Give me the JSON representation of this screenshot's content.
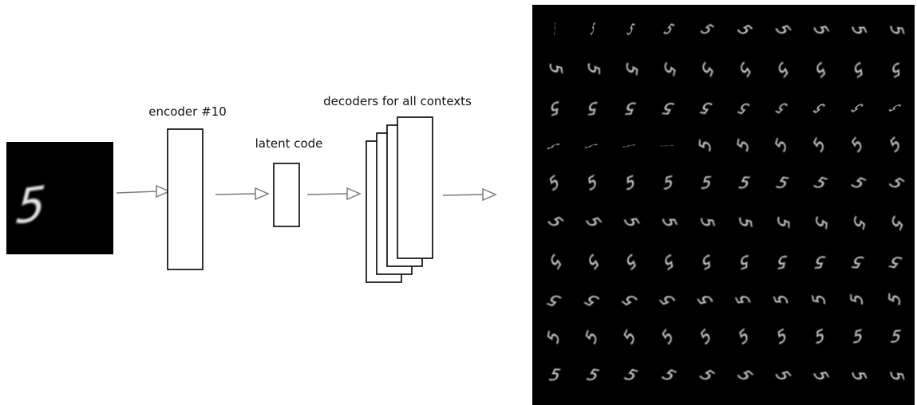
{
  "labels": {
    "encoder": "encoder #10",
    "latent": "latent code",
    "decoders": "decoders for all contexts"
  },
  "input_digit": "5",
  "grid": {
    "rows": 10,
    "cols": 10,
    "rotations": [
      [
        -88,
        -80,
        -72,
        -64,
        -56,
        -48,
        -40,
        -32,
        -24,
        -16
      ],
      [
        -8,
        0,
        8,
        16,
        24,
        32,
        40,
        48,
        56,
        64
      ],
      [
        72,
        80,
        88,
        96,
        104,
        112,
        120,
        128,
        136,
        144
      ],
      [
        152,
        160,
        168,
        176,
        -176,
        -168,
        -160,
        -152,
        -144,
        -136
      ],
      [
        -128,
        -120,
        -112,
        -104,
        -96,
        -88,
        -80,
        -72,
        -64,
        -56
      ],
      [
        -48,
        -40,
        -32,
        -24,
        -16,
        -8,
        0,
        8,
        16,
        24
      ],
      [
        32,
        40,
        48,
        56,
        64,
        72,
        80,
        88,
        96,
        104
      ],
      [
        112,
        120,
        128,
        136,
        144,
        152,
        160,
        168,
        176,
        -176
      ],
      [
        -168,
        -160,
        -152,
        -144,
        -136,
        -128,
        -120,
        -112,
        -104,
        -96
      ],
      [
        -88,
        -80,
        -72,
        -64,
        -56,
        -48,
        -40,
        -32,
        -24,
        -16
      ]
    ],
    "x_scales": [
      [
        0.08,
        0.25,
        0.42,
        0.6,
        0.78,
        0.92,
        1,
        1,
        1,
        1
      ],
      [
        1,
        1,
        1,
        1,
        1,
        1,
        1,
        1,
        1,
        1
      ],
      [
        1,
        1,
        1,
        1,
        0.9,
        0.78,
        0.65,
        0.55,
        0.45,
        0.35
      ],
      [
        0.25,
        0.18,
        0.12,
        0.06,
        1,
        1,
        1,
        1,
        1,
        1
      ],
      [
        1,
        1,
        1,
        1,
        1,
        1,
        1,
        1,
        1,
        1
      ],
      [
        1,
        1,
        1,
        1,
        1,
        1,
        1,
        1,
        1,
        1
      ],
      [
        1,
        1,
        1,
        1,
        1,
        1,
        1,
        1,
        1,
        1
      ],
      [
        1,
        1,
        1,
        1,
        1,
        1,
        1,
        1,
        1,
        1
      ],
      [
        1,
        1,
        1,
        1,
        1,
        1,
        1,
        1,
        1,
        1
      ],
      [
        1,
        1,
        1,
        1,
        1,
        1,
        1,
        1,
        1,
        1
      ]
    ]
  },
  "colors": {
    "line": "#000000",
    "arrow": "#7a7a7a",
    "panel": "#000000",
    "digit": "#e8e8e8"
  }
}
